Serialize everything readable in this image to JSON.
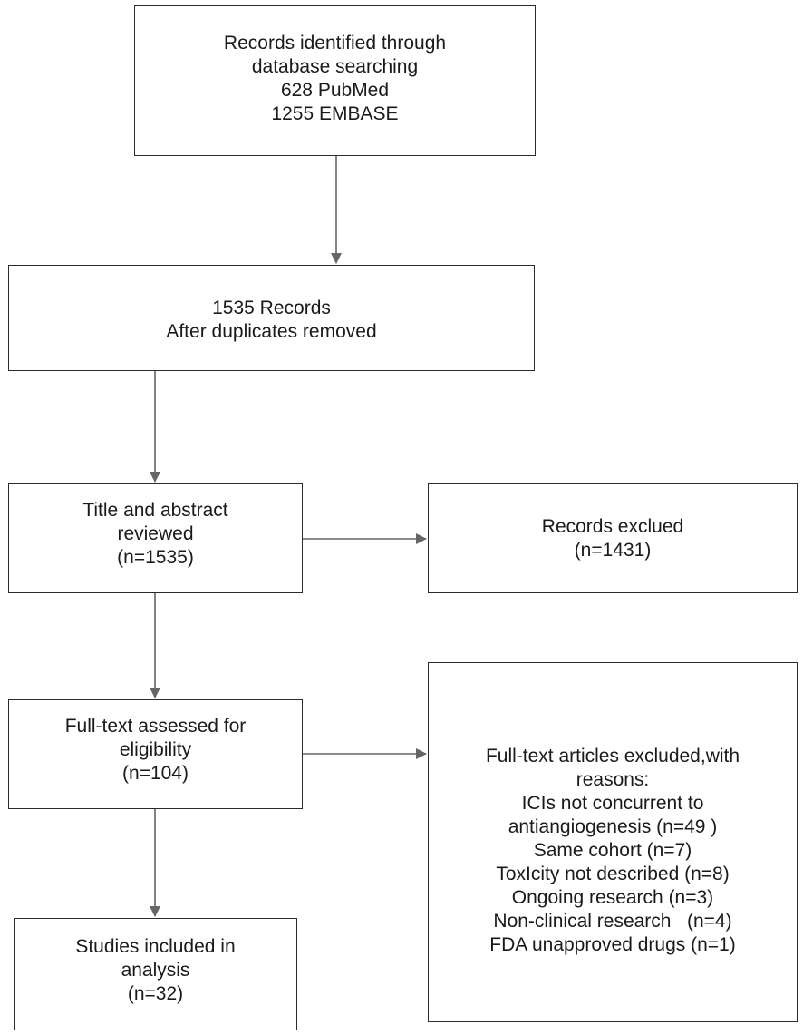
{
  "boxes": {
    "identification": {
      "lines": [
        "Records identified through",
        "database searching",
        "628 PubMed",
        "1255 EMBASE"
      ]
    },
    "after_duplicates": {
      "lines": [
        "1535 Records",
        "After duplicates removed"
      ]
    },
    "title_abstract": {
      "lines": [
        "Title and abstract",
        "reviewed",
        "(n=1535)"
      ]
    },
    "records_excluded": {
      "lines": [
        "Records exclued",
        "(n=1431)"
      ]
    },
    "full_text": {
      "lines": [
        "Full-text assessed for",
        "eligibility",
        "(n=104)"
      ]
    },
    "full_text_excluded": {
      "lines": [
        "Full-text articles excluded,with",
        "reasons:",
        "ICIs not concurrent to",
        "antiangiogenesis (n=49 )",
        "Same cohort (n=7)",
        "ToxIcity not described (n=8)",
        "Ongoing research (n=3)",
        "Non-clinical research   (n=4)",
        "FDA unapproved drugs (n=1)"
      ]
    },
    "included": {
      "lines": [
        "Studies included in",
        "analysis",
        "(n=32)"
      ]
    }
  },
  "colors": {
    "stroke": "#2b2b2b",
    "arrow": "#666666",
    "background": "#ffffff"
  }
}
